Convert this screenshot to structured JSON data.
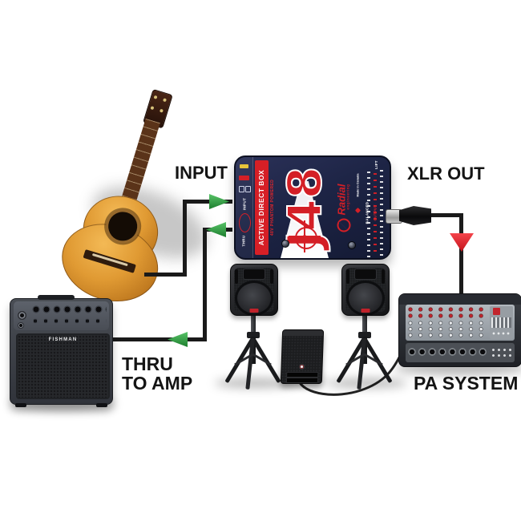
{
  "labels": {
    "input": "INPUT",
    "xlr_out": "XLR OUT",
    "thru_line1": "THRU",
    "thru_line2": "TO AMP",
    "pa_system": "PA SYSTEM"
  },
  "di_box": {
    "model": "J48",
    "product_type": "ACTIVE DIRECT BOX",
    "tagline": "48V PHANTOM POWERED",
    "brand": "Radial",
    "brand_subtitle": "engineering",
    "made_in": "Made in Canada",
    "jack_input": "INPUT",
    "jack_thru": "THRU",
    "switch_lift": "LIFT",
    "out_balanced": "BALANCED",
    "out_output": "OUTPUT"
  },
  "amp": {
    "brand": "FISHMAN"
  },
  "colors": {
    "cable": "#1a1a1a",
    "arrow_green": "#2e9e44",
    "arrow_red": "#e3191f",
    "di_navy": "#1d2445",
    "di_red": "#d61f26",
    "label_text": "#141414",
    "background": "#ffffff"
  }
}
